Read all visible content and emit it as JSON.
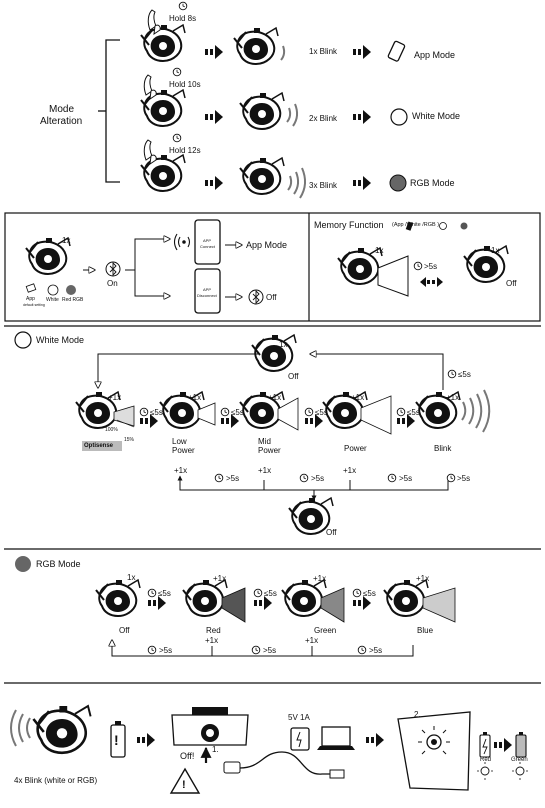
{
  "section1": {
    "title_line1": "Mode",
    "title_line2": "Alteration",
    "rows": [
      {
        "hold": "Hold 8s",
        "blink": "1x Blink",
        "mode": "App Mode"
      },
      {
        "hold": "Hold 10s",
        "blink": "2x Blink",
        "mode": "White Mode"
      },
      {
        "hold": "Hold 12s",
        "blink": "3x Blink",
        "mode": "RGB Mode"
      }
    ]
  },
  "section2": {
    "press": "1x",
    "on": "On",
    "app_mode": "App Mode",
    "off": "Off",
    "phone_top_l1": "APP",
    "phone_top_l2": "Connect",
    "phone_bot_l1": "APP",
    "phone_bot_l2": "Disconnect",
    "legend_app": "App",
    "legend_app_sub": "default setting",
    "legend_white": "White",
    "legend_rgb": "Red RGB",
    "memory_title": "Memory Function",
    "memory_sub": "(App /White /RGB )",
    "memory_press": "1x",
    "memory_time": ">5s",
    "memory_press2": "1x",
    "memory_off": "Off"
  },
  "white_mode": {
    "title": "White Mode",
    "top_press": "1x",
    "top_off": "Off",
    "top_time": "≤5s",
    "press_plus": "+1x",
    "pct100": "100%",
    "pct15": "15%",
    "optisense": "Optisense",
    "time_short": "≤5s",
    "stages": [
      "Low Power",
      "Mid Power",
      "Power",
      "Blink"
    ],
    "stage_low_l1": "Low",
    "stage_low_l2": "Power",
    "stage_mid_l1": "Mid",
    "stage_mid_l2": "Power",
    "bottom_plus": "+1x",
    "bottom_time": ">5s",
    "bottom_off": "Off"
  },
  "rgb_mode": {
    "title": "RGB Mode",
    "press": "1x",
    "press_plus": "+1x",
    "time_short": "≤5s",
    "stages": [
      "Off",
      "Red",
      "Green",
      "Blue"
    ],
    "bottom_plus": "+1x",
    "bottom_time": ">5s"
  },
  "charging": {
    "blink_label": "4x Blink (white or RGB)",
    "off": "Off!",
    "step1": "1.",
    "step2": "2.",
    "power": "5V 1A",
    "red": "Red",
    "green": "Green",
    "warning": "!"
  }
}
